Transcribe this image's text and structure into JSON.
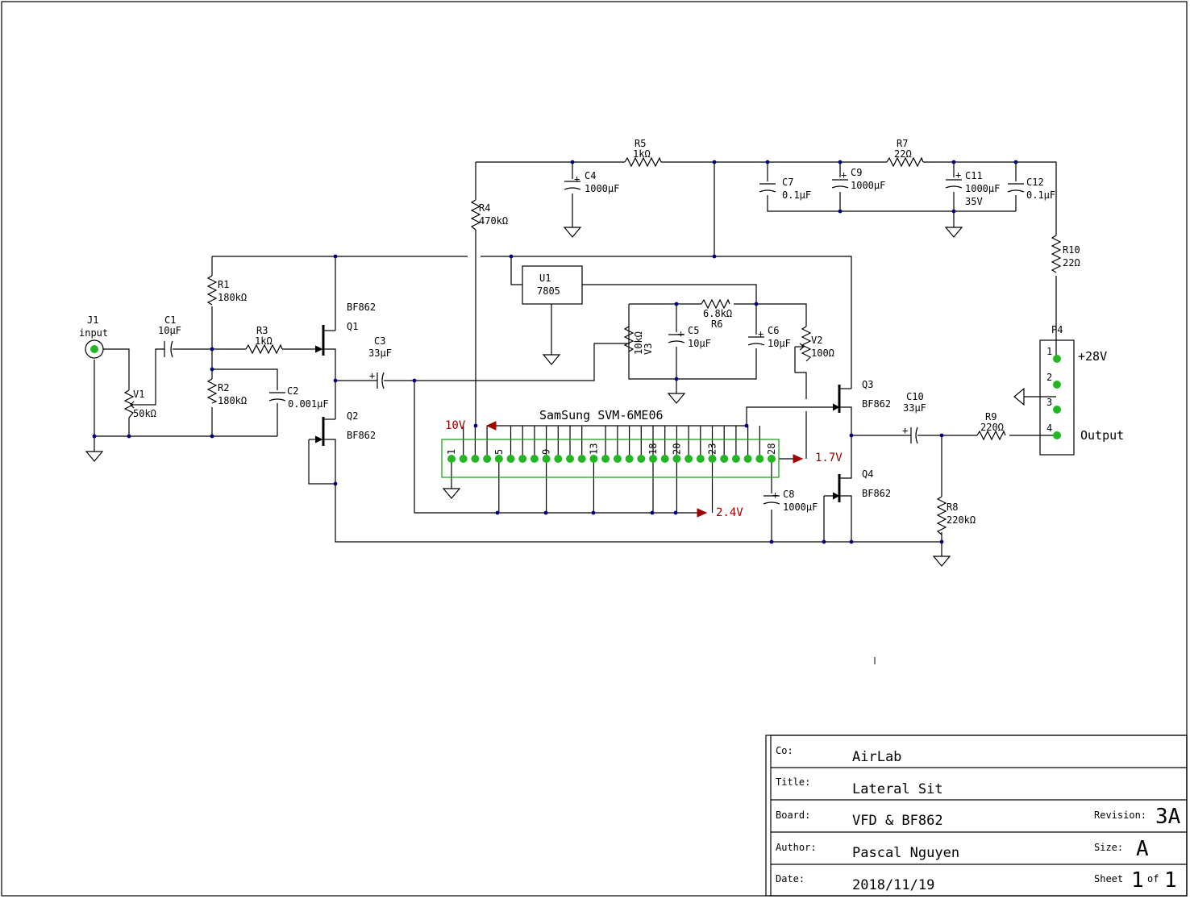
{
  "input_connector": {
    "ref": "J1",
    "label": "input"
  },
  "components": {
    "V1": {
      "ref": "V1",
      "value": "50kΩ"
    },
    "C1": {
      "ref": "C1",
      "value": "10µF"
    },
    "R1": {
      "ref": "R1",
      "value": "180kΩ"
    },
    "R2": {
      "ref": "R2",
      "value": "180kΩ"
    },
    "R3": {
      "ref": "R3",
      "value": "1kΩ"
    },
    "C2": {
      "ref": "C2",
      "value": "0.001µF"
    },
    "Q1": {
      "ref": "Q1",
      "value": "BF862"
    },
    "Q2": {
      "ref": "Q2",
      "value": "BF862"
    },
    "C3": {
      "ref": "C3",
      "value": "33µF"
    },
    "R4": {
      "ref": "R4",
      "value": "470kΩ"
    },
    "C4": {
      "ref": "C4",
      "value": "1000µF"
    },
    "R5": {
      "ref": "R5",
      "value": "1kΩ"
    },
    "U1": {
      "ref": "U1",
      "value": "7805"
    },
    "V3": {
      "ref": "V3",
      "value": "10kΩ"
    },
    "C5": {
      "ref": "C5",
      "value": "10µF"
    },
    "R6": {
      "ref": "R6",
      "value": "6.8kΩ"
    },
    "C6": {
      "ref": "C6",
      "value": "10µF"
    },
    "V2": {
      "ref": "V2",
      "value": "100Ω"
    },
    "C7": {
      "ref": "C7",
      "value": "0.1µF"
    },
    "C9": {
      "ref": "C9",
      "value": "1000µF"
    },
    "R7": {
      "ref": "R7",
      "value": "22Ω"
    },
    "C11": {
      "ref": "C11",
      "value": "1000µF",
      "rating": "35V"
    },
    "C12": {
      "ref": "C12",
      "value": "0.1µF"
    },
    "R10": {
      "ref": "R10",
      "value": "22Ω"
    },
    "Q3": {
      "ref": "Q3",
      "value": "BF862"
    },
    "Q4": {
      "ref": "Q4",
      "value": "BF862"
    },
    "C10": {
      "ref": "C10",
      "value": "33µF"
    },
    "R9": {
      "ref": "R9",
      "value": "220Ω"
    },
    "R8": {
      "ref": "R8",
      "value": "220kΩ"
    },
    "C8": {
      "ref": "C8",
      "value": "1000µF"
    }
  },
  "vfd": {
    "title": "SamSung SVM-6ME06",
    "pin_numbers": [
      "1",
      "5",
      "9",
      "13",
      "18",
      "20",
      "23",
      "28"
    ]
  },
  "voltages": {
    "v10": "10V",
    "v17": "1.7V",
    "v24": "2.4V"
  },
  "connector_p4": {
    "ref": "P4",
    "pins": [
      "1",
      "2",
      "3",
      "4"
    ],
    "supply_label": "+28V",
    "output_label": "Output"
  },
  "colors": {
    "wire": "#000000",
    "junction": "#000080",
    "pad": "#22b722",
    "voltage": "#a00000",
    "vfd_outline": "#22a022"
  },
  "title_block": {
    "co_field": "Co:",
    "co_value": "AirLab",
    "title_field": "Title:",
    "title_value": "Lateral Sit",
    "board_field": "Board:",
    "board_value": "VFD & BF862",
    "revision_field": "Revision:",
    "revision_value": "3A",
    "author_field": "Author:",
    "author_value": "Pascal Nguyen",
    "size_field": "Size:",
    "size_value": "A",
    "date_field": "Date:",
    "date_value": "2018/11/19",
    "sheet_field": "Sheet",
    "sheet_value": "1",
    "of_field": "of",
    "of_value": "1"
  }
}
